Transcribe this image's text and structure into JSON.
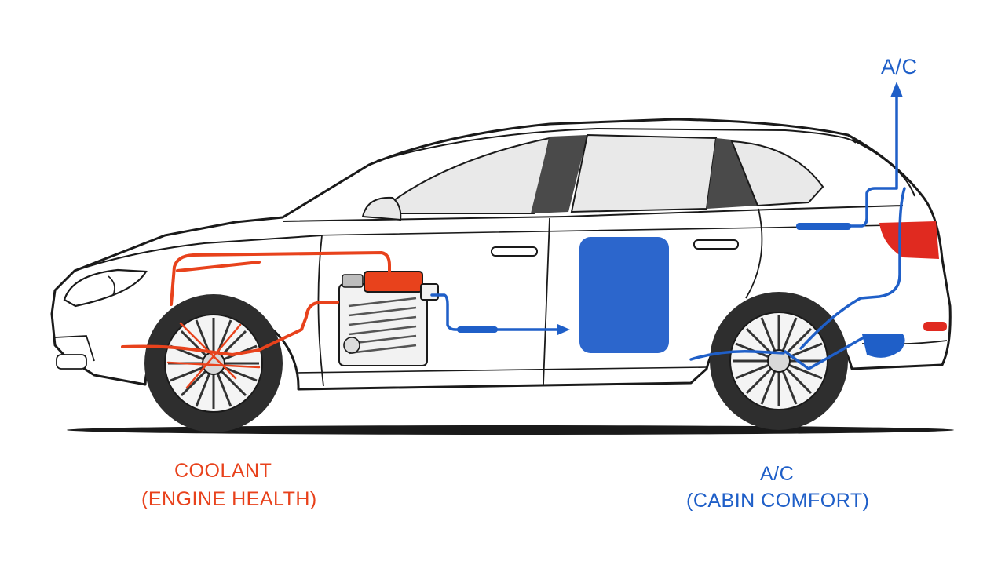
{
  "labels": {
    "coolant_title": "COOLANT",
    "coolant_subtitle": "(ENGINE HEALTH)",
    "ac_title": "A/C",
    "ac_subtitle": "(CABIN COMFORT)",
    "ac_top": "A/C"
  },
  "colors": {
    "coolant": "#e8421c",
    "ac": "#1f5fc8",
    "outline": "#1a1a1a",
    "glass": "#e9e9e9",
    "pillar": "#4a4a4a",
    "tire": "#2e2e2e",
    "tail_light": "#e02a20",
    "ground": "#1a1a1a"
  },
  "icons": [
    "car-side-outline",
    "engine-block",
    "cabin-evaporator",
    "arrow-up-icon",
    "arrow-right-icon"
  ]
}
